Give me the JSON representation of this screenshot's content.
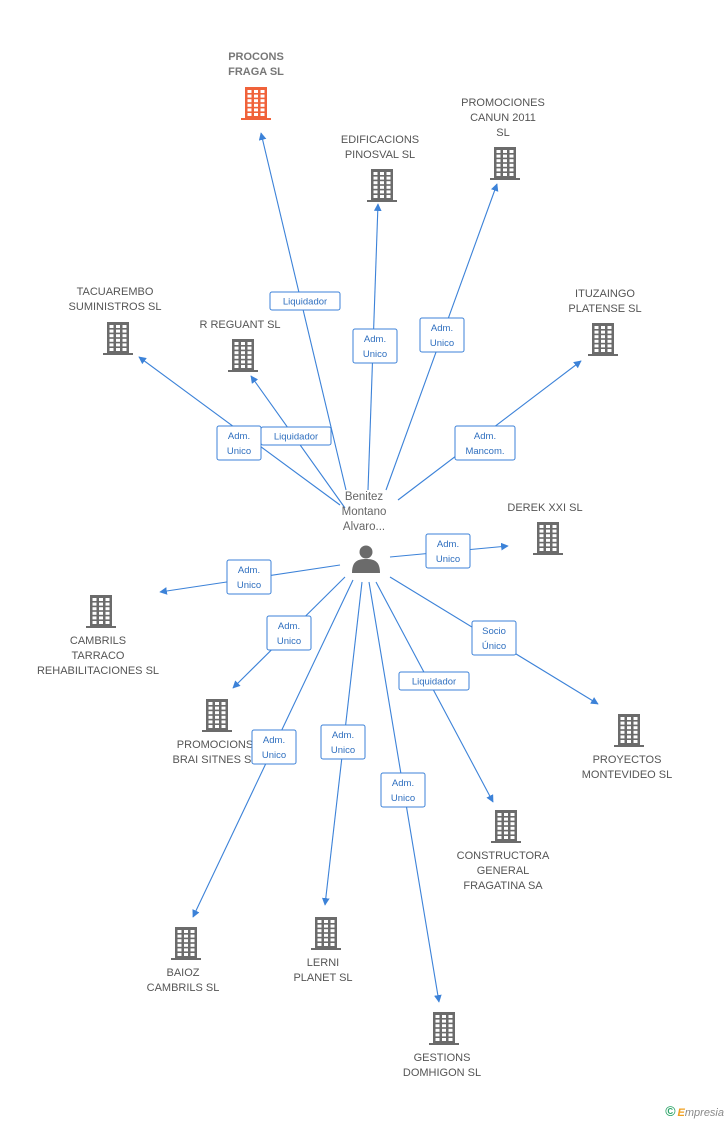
{
  "center": {
    "name_lines": [
      "Benitez",
      "Montano",
      "Alvaro..."
    ],
    "icon": "person-icon"
  },
  "companies": [
    {
      "id": "procons",
      "lines": [
        "PROCONS",
        "FRAGA SL"
      ],
      "highlight": true,
      "color": "#f0623a"
    },
    {
      "id": "edificacions",
      "lines": [
        "EDIFICACIONS",
        "PINOSVAL SL"
      ]
    },
    {
      "id": "promociones-canun",
      "lines": [
        "PROMOCIONES",
        "CANUN 2011",
        "SL"
      ]
    },
    {
      "id": "tacuarembo",
      "lines": [
        "TACUAREMBO",
        "SUMINISTROS SL"
      ]
    },
    {
      "id": "r-reguant",
      "lines": [
        "R REGUANT SL"
      ]
    },
    {
      "id": "ituzaingo",
      "lines": [
        "ITUZAINGO",
        "PLATENSE  SL"
      ]
    },
    {
      "id": "derek",
      "lines": [
        "DEREK XXI  SL"
      ]
    },
    {
      "id": "cambrils-tarraco",
      "lines": [
        "CAMBRILS",
        "TARRACO",
        "REHABILITACIONES SL"
      ]
    },
    {
      "id": "promocions-brai",
      "lines": [
        "PROMOCIONS",
        "BRAI SITNES SL"
      ]
    },
    {
      "id": "proyectos-montevideo",
      "lines": [
        "PROYECTOS",
        "MONTEVIDEO SL"
      ]
    },
    {
      "id": "constructora",
      "lines": [
        "CONSTRUCTORA",
        "GENERAL",
        "FRAGATINA SA"
      ]
    },
    {
      "id": "baioz",
      "lines": [
        "BAIOZ",
        "CAMBRILS SL"
      ]
    },
    {
      "id": "lerni",
      "lines": [
        "LERNI",
        "PLANET SL"
      ]
    },
    {
      "id": "gestions",
      "lines": [
        "GESTIONS",
        "DOMHIGON SL"
      ]
    }
  ],
  "relations": [
    {
      "to": "procons",
      "role": [
        "Liquidador"
      ]
    },
    {
      "to": "edificacions",
      "role": [
        "Adm.",
        "Unico"
      ]
    },
    {
      "to": "promociones-canun",
      "role": [
        "Adm.",
        "Unico"
      ]
    },
    {
      "to": "tacuarembo",
      "role": [
        "Adm.",
        "Unico"
      ]
    },
    {
      "to": "r-reguant",
      "role": [
        "Liquidador"
      ]
    },
    {
      "to": "ituzaingo",
      "role": [
        "Adm.",
        "Mancom."
      ]
    },
    {
      "to": "derek",
      "role": [
        "Adm.",
        "Unico"
      ]
    },
    {
      "to": "cambrils-tarraco",
      "role": [
        "Adm.",
        "Unico"
      ]
    },
    {
      "to": "promocions-brai",
      "role": [
        "Adm.",
        "Unico"
      ]
    },
    {
      "to": "proyectos-montevideo",
      "role": [
        "Socio",
        "Único"
      ]
    },
    {
      "to": "constructora",
      "role": [
        "Liquidador"
      ]
    },
    {
      "to": "baioz",
      "role": [
        "Adm.",
        "Unico"
      ]
    },
    {
      "to": "lerni",
      "role": [
        "Adm.",
        "Unico"
      ]
    },
    {
      "to": "gestions",
      "role": [
        "Adm.",
        "Unico"
      ]
    }
  ],
  "colors": {
    "edge": "#3c82d8",
    "building": "#6b6b6b",
    "highlight": "#f0623a"
  },
  "footer": {
    "copyright": "©",
    "brand_initial": "E",
    "brand_rest": "mpresia"
  }
}
